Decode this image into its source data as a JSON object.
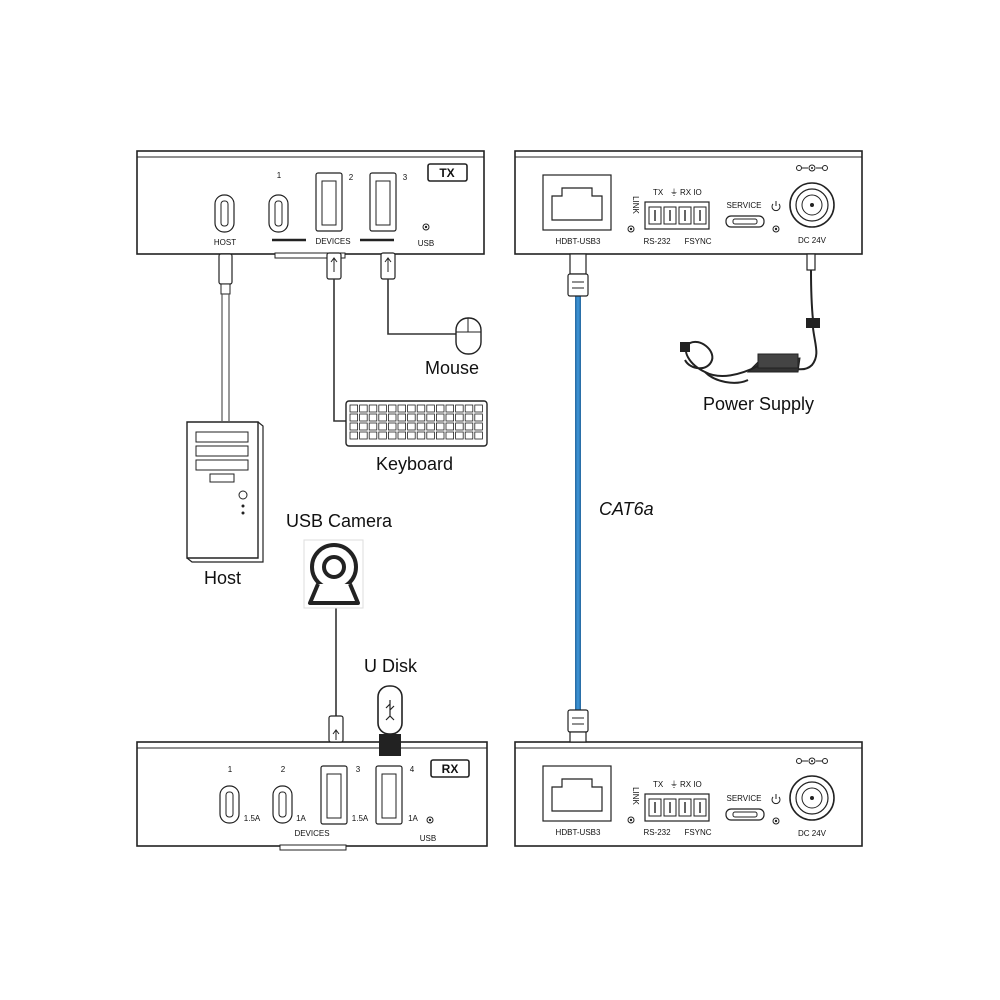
{
  "tx_unit": {
    "badge": "TX",
    "port_numbers": [
      "1",
      "2",
      "3"
    ],
    "host_label": "HOST",
    "devices_label": "DEVICES",
    "usb_label": "USB"
  },
  "rx_unit": {
    "badge": "RX",
    "port_numbers": [
      "1",
      "2",
      "3",
      "4"
    ],
    "current_ratings": [
      "1.5A",
      "1A",
      "1.5A",
      "1A"
    ],
    "devices_label": "DEVICES",
    "usb_label": "USB"
  },
  "hdbt_panel": {
    "port_label": "HDBT-USB3",
    "link_label": "LINK",
    "terminal_top_label": "TX",
    "terminal_rx_io_label": "RX IO",
    "rs232_label": "RS-232",
    "fsync_label": "FSYNC",
    "service_label": "SERVICE",
    "dc_label": "DC 24V"
  },
  "devices": {
    "mouse": "Mouse",
    "keyboard": "Keyboard",
    "host": "Host",
    "camera": "USB Camera",
    "udisk": "U Disk",
    "power": "Power Supply"
  },
  "cable_label": "CAT6a",
  "colors": {
    "cable": "#3a8fd0",
    "outline": "#222222"
  }
}
